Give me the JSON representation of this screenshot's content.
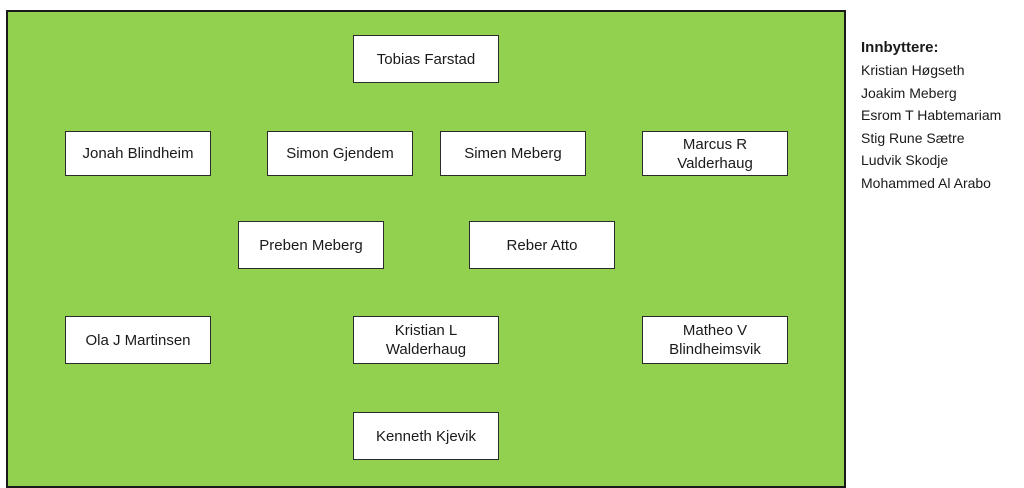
{
  "formation": {
    "players": [
      {
        "id": "goalkeeper",
        "name": "Tobias Farstad"
      },
      {
        "id": "defender-1",
        "name": "Jonah Blindheim"
      },
      {
        "id": "defender-2",
        "name": "Simon Gjendem"
      },
      {
        "id": "defender-3",
        "name": "Simen Meberg"
      },
      {
        "id": "defender-4",
        "name": "Marcus R Valderhaug"
      },
      {
        "id": "midfielder-1",
        "name": "Preben Meberg"
      },
      {
        "id": "midfielder-2",
        "name": "Reber Atto"
      },
      {
        "id": "attacker-left",
        "name": "Ola J Martinsen"
      },
      {
        "id": "attacker-center",
        "name": "Kristian L Walderhaug"
      },
      {
        "id": "attacker-right",
        "name": "Matheo V Blindheimsvik"
      },
      {
        "id": "striker",
        "name": "Kenneth Kjevik"
      }
    ]
  },
  "substitutes": {
    "title": "Innbyttere:",
    "names": [
      "Kristian Høgseth",
      "Joakim Meberg",
      "Esrom T Habtemariam",
      "Stig Rune Sætre",
      "Ludvik Skodje",
      "Mohammed Al Arabo"
    ]
  },
  "colors": {
    "pitch": "#92d050",
    "box": "#ffffff",
    "border": "#1a1a1a"
  }
}
